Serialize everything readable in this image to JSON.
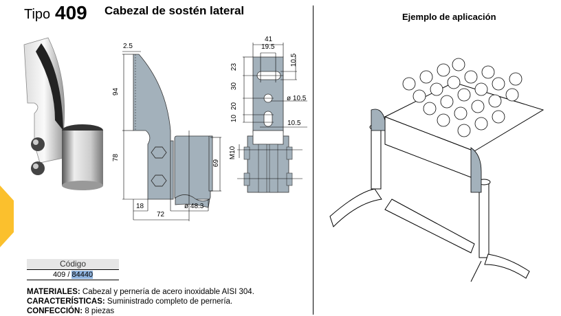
{
  "header": {
    "tipo_label": "Tipo",
    "tipo_number": "409",
    "title": "Cabezal de sostén lateral"
  },
  "application": {
    "title": "Ejemplo de aplicación"
  },
  "side_view_dims": {
    "d1": "2.5",
    "d2": "94",
    "d3": "78",
    "d4": "69",
    "d5": "18",
    "d6": "ø 48.3",
    "d7": "72"
  },
  "front_view_dims": {
    "d1": "41",
    "d2": "19.5",
    "d3": "23",
    "d4": "10.5",
    "d5": "30",
    "d6": "ø 10.5",
    "d7": "20",
    "d8": "10",
    "d9": "10.5",
    "d10": "M10"
  },
  "codigo": {
    "header": "Código",
    "prefix": "409 / ",
    "selected": "84440"
  },
  "specs": [
    {
      "label": "MATERIALES:",
      "text": " Cabezal y pernería de acero inoxidable AISI 304."
    },
    {
      "label": "CARACTERÍSTICAS:",
      "text": " Suministrado completo de pernería."
    },
    {
      "label": "CONFECCIÓN:",
      "text": " 8 piezas"
    }
  ],
  "colors": {
    "accent_yellow": "#fbc02d",
    "drawing_gray": "#a3b1bb",
    "selection_blue": "#8fb3de"
  }
}
